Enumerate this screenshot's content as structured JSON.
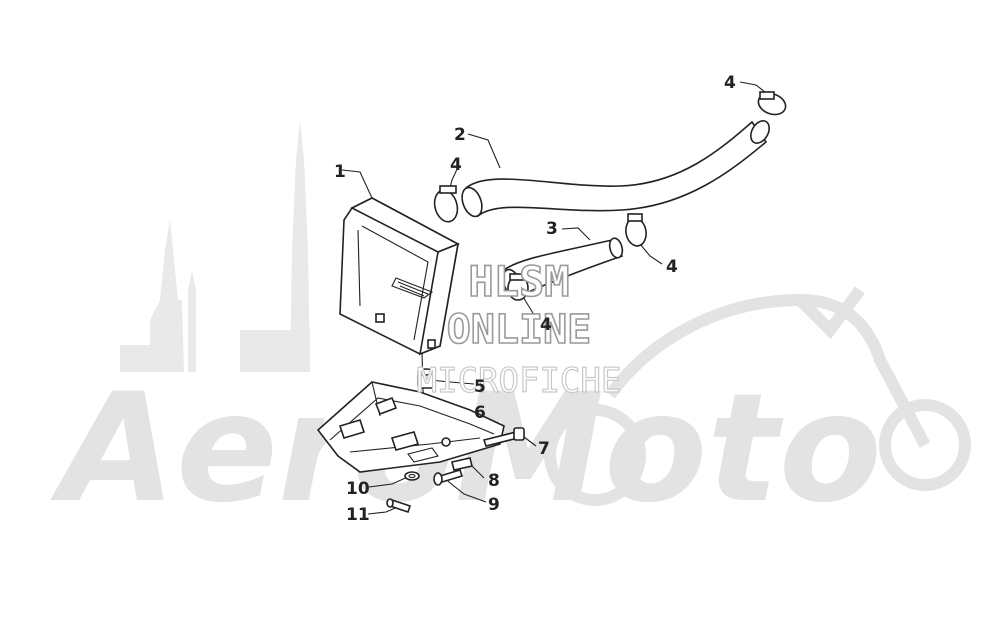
{
  "watermark": {
    "brand": "AeroMoto",
    "line1": "HLSM",
    "line2": "ONLINE",
    "line3": "MICROFICHE"
  },
  "callouts": [
    {
      "id": "c1",
      "label": "1"
    },
    {
      "id": "c2",
      "label": "2"
    },
    {
      "id": "c3",
      "label": "3"
    },
    {
      "id": "c4a",
      "label": "4"
    },
    {
      "id": "c4b",
      "label": "4"
    },
    {
      "id": "c4c",
      "label": "4"
    },
    {
      "id": "c4d",
      "label": "4"
    },
    {
      "id": "c5",
      "label": "5"
    },
    {
      "id": "c6",
      "label": "6"
    },
    {
      "id": "c7",
      "label": "7"
    },
    {
      "id": "c8",
      "label": "8"
    },
    {
      "id": "c9",
      "label": "9"
    },
    {
      "id": "c10",
      "label": "10"
    },
    {
      "id": "c11",
      "label": "11"
    }
  ],
  "colors": {
    "line": "#222222",
    "watermark": "#e3e3e3"
  }
}
